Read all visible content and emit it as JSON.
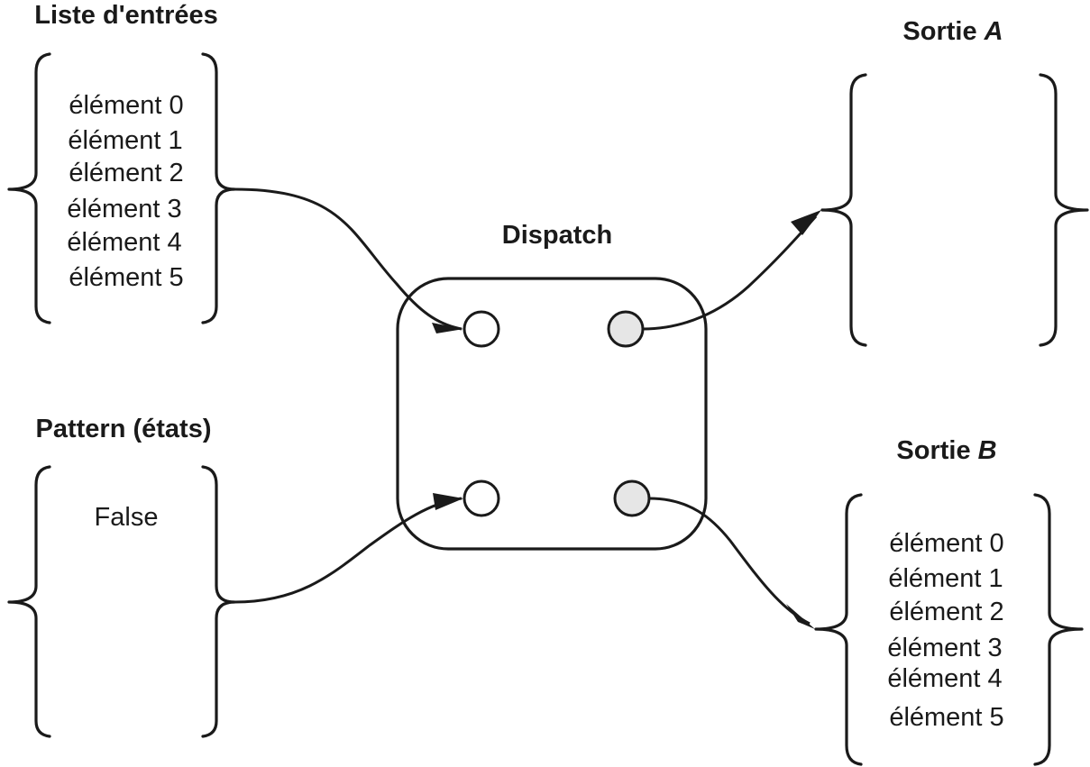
{
  "input_list": {
    "title": "Liste d'entrées",
    "items": [
      "élément 0",
      "élément 1",
      "élément 2",
      "élément 3",
      "élément 4",
      "élément 5"
    ]
  },
  "pattern": {
    "title": "Pattern (états)",
    "items": [
      "False"
    ]
  },
  "dispatch": {
    "title": "Dispatch",
    "ports": {
      "input_colour": "#ffffff",
      "output_colour": "#e6e6e6"
    }
  },
  "output_a": {
    "title_prefix": "Sortie ",
    "title_letter": "A",
    "items": []
  },
  "output_b": {
    "title_prefix": "Sortie ",
    "title_letter": "B",
    "items": [
      "élément 0",
      "élément 1",
      "élément 2",
      "élément 3",
      "élément 4",
      "élément 5"
    ]
  }
}
